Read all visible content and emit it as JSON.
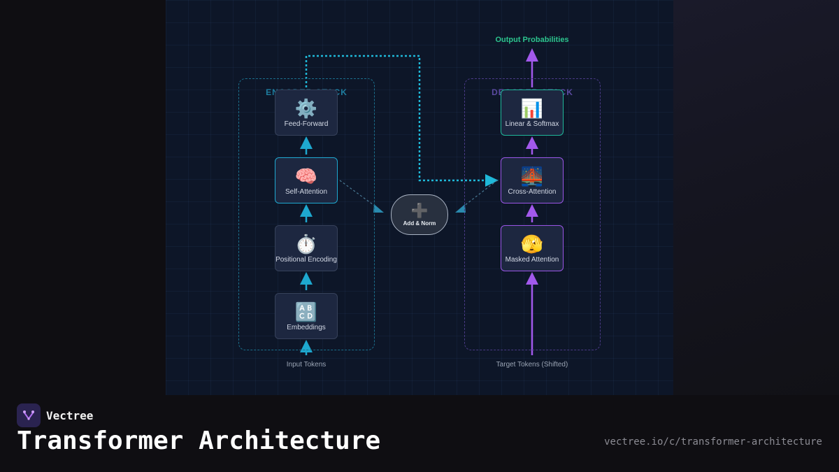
{
  "diagram": {
    "encoder_label": "ENCODER STACK",
    "decoder_label": "DECODER STACK",
    "encoder_nodes": [
      {
        "icon": "⚙️",
        "label": "Feed-Forward"
      },
      {
        "icon": "🧠",
        "label": "Self-Attention"
      },
      {
        "icon": "⏱️",
        "label": "Positional Encoding"
      },
      {
        "icon": "🔠",
        "label": "Embeddings"
      }
    ],
    "decoder_nodes": [
      {
        "icon": "📊",
        "label": "Linear & Softmax"
      },
      {
        "icon": "🌉",
        "label": "Cross-Attention"
      },
      {
        "icon": "🫣",
        "label": "Masked Attention"
      }
    ],
    "add_norm": {
      "icon": "➕",
      "label": "Add & Norm"
    },
    "input_label": "Input Tokens",
    "target_label": "Target Tokens (Shifted)",
    "output_label": "Output Probabilities",
    "colors": {
      "encoder": "#1ea8cf",
      "decoder": "#9a55e6",
      "output": "#2cc48e",
      "background": "#0d1628"
    }
  },
  "footer": {
    "brand": "Vectree",
    "title": "Transformer Architecture",
    "url": "vectree.io/c/transformer-architecture"
  }
}
